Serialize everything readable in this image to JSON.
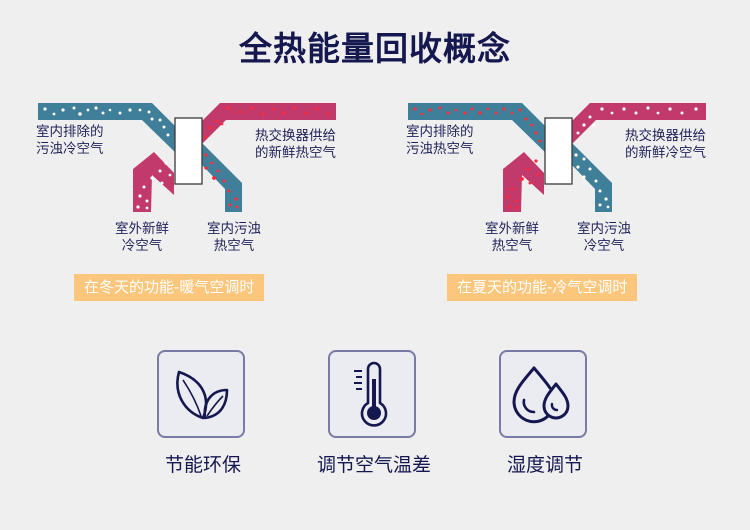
{
  "title": "全热能量回收概念",
  "colors": {
    "title": "#15174f",
    "cold_duct": "#3f7f9a",
    "hot_duct": "#c2396b",
    "cold_dot": "#ffffff",
    "hot_dot": "#ff2a3a",
    "tag_bg": "#fcc77c",
    "icon_stroke": "#15174f"
  },
  "diagrams": [
    {
      "id": "winter",
      "labels": {
        "indoor_exhaust": [
          "室内排除的",
          "污浊冷空气"
        ],
        "supply": [
          "热交换器供给",
          "的新鲜热空气"
        ],
        "outdoor_fresh": [
          "室外新鲜",
          "冷空气"
        ],
        "indoor_stale": [
          "室内污浊",
          "热空气"
        ]
      },
      "caption": "在冬天的功能-暖气空调时"
    },
    {
      "id": "summer",
      "labels": {
        "indoor_exhaust": [
          "室内排除的",
          "污浊热空气"
        ],
        "supply": [
          "热交换器供给",
          "的新鲜冷空气"
        ],
        "outdoor_fresh": [
          "室外新鲜",
          "热空气"
        ],
        "indoor_stale": [
          "室内污浊",
          "冷空气"
        ]
      },
      "caption": "在夏天的功能-冷气空调时"
    }
  ],
  "features": [
    {
      "icon": "leaves-icon",
      "label": "节能环保"
    },
    {
      "icon": "thermometer-icon",
      "label": "调节空气温差"
    },
    {
      "icon": "water-drops-icon",
      "label": "湿度调节"
    }
  ]
}
